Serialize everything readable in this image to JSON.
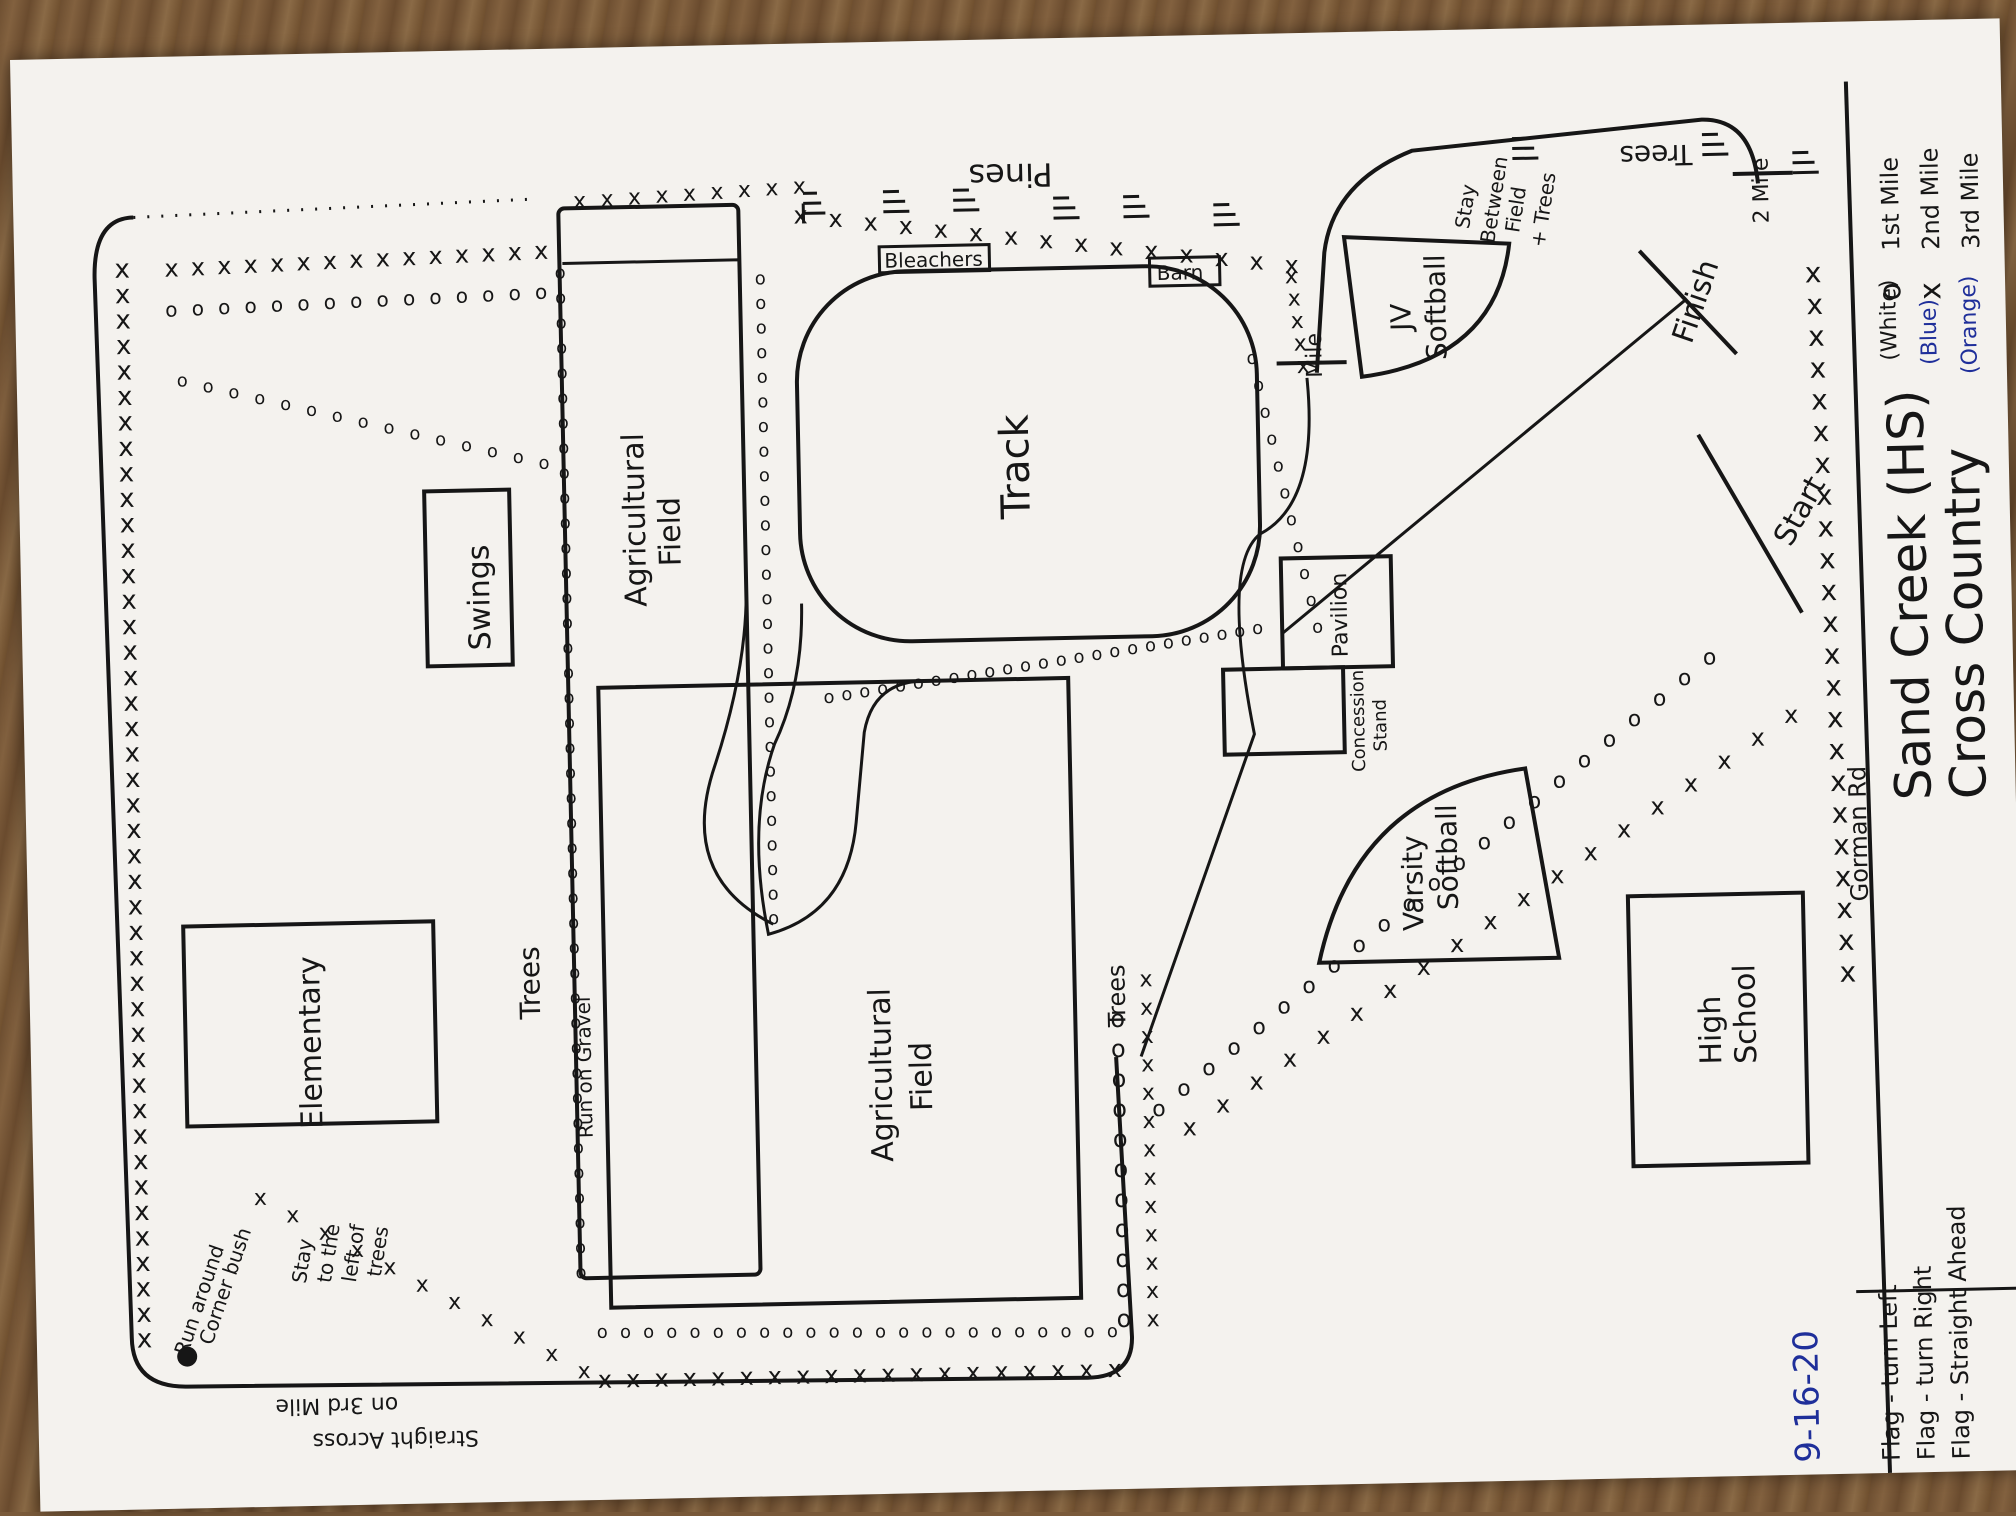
{
  "title": {
    "line1": "Sand Creek (HS)",
    "line2": "Cross Country"
  },
  "date": "9-16-20",
  "road": "Gorman Rd",
  "places": {
    "elementary": "Elementary",
    "swings": "Swings",
    "ag_field_upper": {
      "line1": "Agricultural",
      "line2": "Field"
    },
    "ag_field_lower": {
      "line1": "Agricultural",
      "line2": "Field"
    },
    "track": "Track",
    "bleachers": "Bleachers",
    "barn": "Barn",
    "pines": "Pines",
    "jv_softball": {
      "line1": "JV",
      "line2": "Softball"
    },
    "varsity_softball": {
      "line1": "Varsity",
      "line2": "Softball"
    },
    "pavilion": "Pavilion",
    "concession": {
      "line1": "Concession",
      "line2": "Stand"
    },
    "high_school": {
      "line1": "High",
      "line2": "School"
    }
  },
  "notes": {
    "trees_center": "Trees",
    "trees_lower": "Trees",
    "trees_right": "Trees",
    "run_on_gravel": "Run on Gravel",
    "stay_between": {
      "line1": "Stay",
      "line2": "Between",
      "line3": "Field",
      "line4": "+ Trees"
    },
    "run_around": {
      "line1": "Run around",
      "line2": "Corner bush"
    },
    "stay_left": {
      "line1": "Stay",
      "line2": "to the",
      "line3": "left of",
      "line4": "trees"
    },
    "straight_across": {
      "line1": "Straight Across",
      "line2": "on 3rd Mile"
    },
    "start": "Start",
    "finish": "Finish",
    "mile_marker_1": "Mile",
    "mile_marker_2": "2 Mile"
  },
  "legend": {
    "items": [
      {
        "symbol": "o",
        "label": "1st Mile",
        "color": "(White)"
      },
      {
        "symbol": "x",
        "label": "2nd Mile",
        "color": "(Blue)"
      },
      {
        "symbol": "",
        "label": "3rd Mile",
        "color": "(Orange)"
      }
    ],
    "flags": [
      "Flag - turn Left",
      "Flag - turn Right",
      "Flag - Straight Ahead"
    ]
  },
  "colors": {
    "ink": "#161616",
    "paper": "#f4f2ee",
    "blue_ink": "#1f2f9a"
  }
}
